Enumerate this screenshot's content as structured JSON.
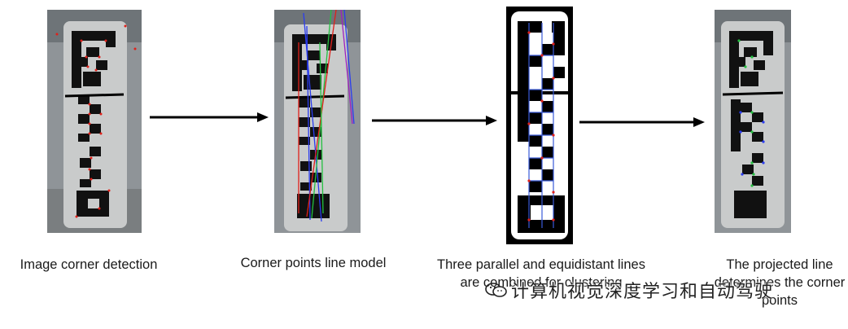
{
  "captions": [
    "Image corner detection",
    "Corner points line model",
    "Three parallel and equidistant lines are combined for clustering",
    "The projected line determines the corner points"
  ],
  "watermark": {
    "text": "计算机视觉深度学习和自动驾驶",
    "icon": "wechat-logo-icon"
  },
  "colors": {
    "corner_marker": "#e0201a",
    "line_blue": "#2a3cf0",
    "line_green": "#24c040",
    "line_red": "#e0201a",
    "line_purple": "#a020c0",
    "cluster_line": "#3a5ad8",
    "arrow": "#000000"
  }
}
